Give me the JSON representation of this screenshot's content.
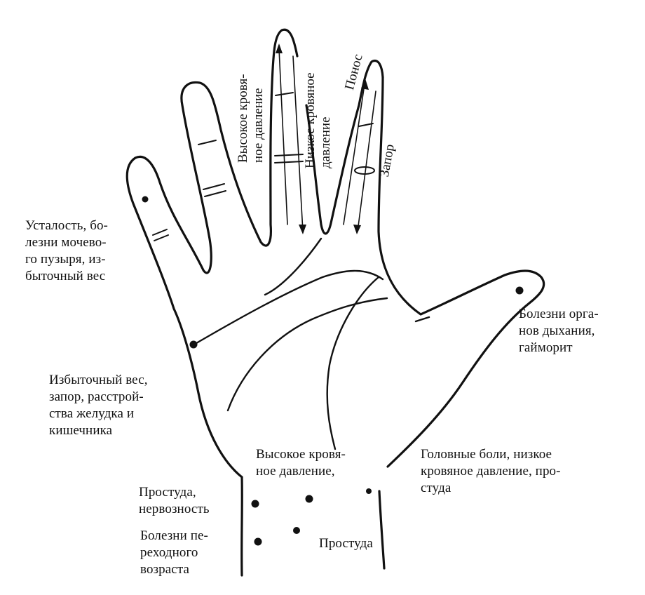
{
  "labels": {
    "pinky": [
      "Усталость, бо-",
      "лезни мочево-",
      "го пузыря, из-",
      "быточный вес"
    ],
    "hand_edge": [
      "Избыточный вес,",
      "запор, расстрой-",
      "ства желудка и",
      "кишечника"
    ],
    "thumb": [
      "Болезни орга-",
      "нов дыхания,",
      "гайморит"
    ],
    "wrist_center": [
      "Высокое кровя-",
      "ное давление,"
    ],
    "wrist_right": [
      "Головные боли, низкое",
      "кровяное давление, про-",
      "студа"
    ],
    "wrist_left_top": [
      "Простуда,",
      "нервозность"
    ],
    "wrist_left_bottom": [
      "Болезни пе-",
      "реходного",
      "возраста"
    ],
    "wrist_bottom": "Простуда",
    "middle_finger": [
      "Высокое кровя-",
      "ное давление"
    ],
    "ring_finger": [
      "Низкое кровяное",
      "давление"
    ],
    "index_top": "Понос",
    "index_bottom": "Запор"
  },
  "colors": {
    "ink": "#111111",
    "background": "#ffffff"
  }
}
